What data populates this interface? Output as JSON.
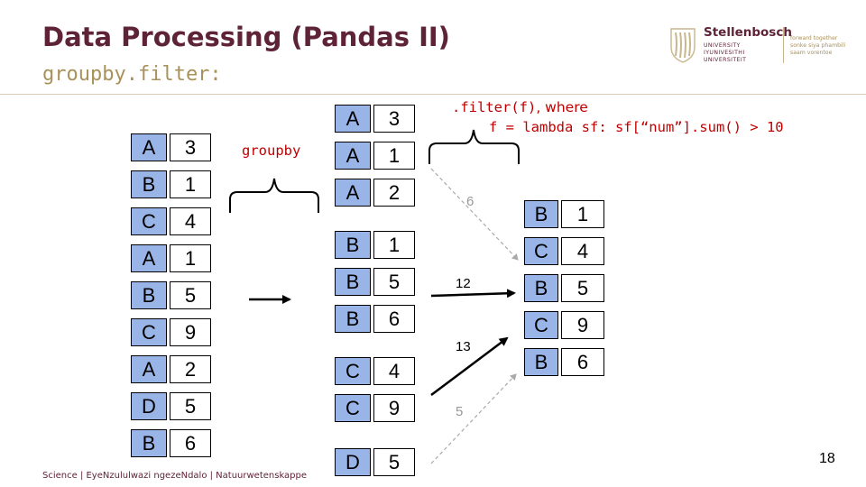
{
  "header": {
    "title": "Data Processing (Pandas II)",
    "subtitle": "groupby.filter:"
  },
  "logo": {
    "name": "Stellenbosch",
    "university_lines": [
      "UNIVERSITY",
      "IYUNIVESITHI",
      "UNIVERSITEIT"
    ],
    "tagline": [
      "forward together",
      "sonke siya phambili",
      "saam vorentoe"
    ]
  },
  "labels": {
    "groupby": "groupby",
    "filter_call": ".filter(f)",
    "where": ", where",
    "lambda": "f = lambda sf: sf[“num”].sum() > 10"
  },
  "sums": {
    "A": "6",
    "B": "12",
    "C": "13",
    "D": "5"
  },
  "original_table": [
    {
      "key": "A",
      "num": "3"
    },
    {
      "key": "B",
      "num": "1"
    },
    {
      "key": "C",
      "num": "4"
    },
    {
      "key": "A",
      "num": "1"
    },
    {
      "key": "B",
      "num": "5"
    },
    {
      "key": "C",
      "num": "9"
    },
    {
      "key": "A",
      "num": "2"
    },
    {
      "key": "D",
      "num": "5"
    },
    {
      "key": "B",
      "num": "6"
    }
  ],
  "grouped_table": [
    {
      "key": "A",
      "num": "3"
    },
    {
      "key": "A",
      "num": "1"
    },
    {
      "key": "A",
      "num": "2"
    },
    {
      "key": "B",
      "num": "1"
    },
    {
      "key": "B",
      "num": "5"
    },
    {
      "key": "B",
      "num": "6"
    },
    {
      "key": "C",
      "num": "4"
    },
    {
      "key": "C",
      "num": "9"
    },
    {
      "key": "D",
      "num": "5"
    }
  ],
  "result_table": [
    {
      "key": "B",
      "num": "1"
    },
    {
      "key": "C",
      "num": "4"
    },
    {
      "key": "B",
      "num": "5"
    },
    {
      "key": "C",
      "num": "9"
    },
    {
      "key": "B",
      "num": "6"
    }
  ],
  "footer": "Science | EyeNzululwazi ngezeNdalo | Natuurwetenskappe",
  "page_number": "18",
  "colors": {
    "title": "#5f2338",
    "subtitle": "#a9915a",
    "key_cell": "#99b5e8",
    "code": "#c00000",
    "pruned_arrow": "#aaaaaa"
  }
}
